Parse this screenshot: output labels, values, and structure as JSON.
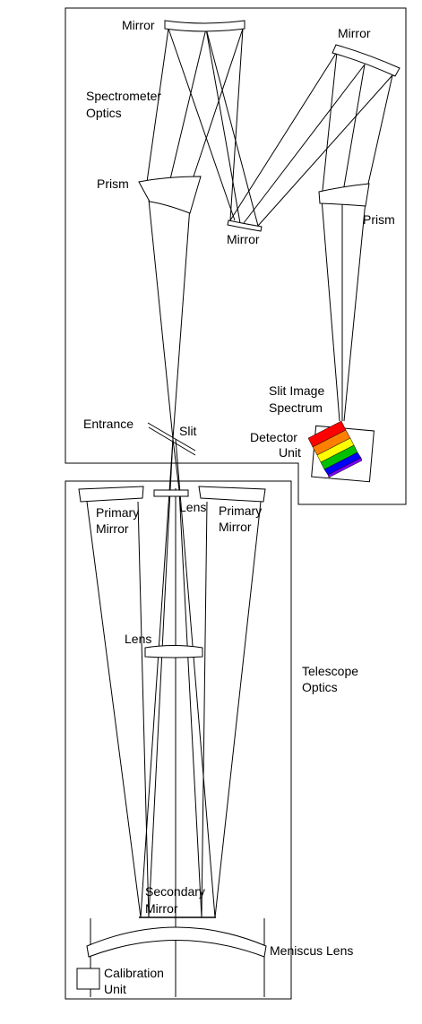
{
  "labels": {
    "spectrometer_title_1": "Spectrometer",
    "spectrometer_title_2": "Optics",
    "mirror_top_left": "Mirror",
    "mirror_top_right": "Mirror",
    "prism_left": "Prism",
    "mirror_center": "Mirror",
    "prism_right": "Prism",
    "slit_image_1": "Slit Image",
    "slit_image_2": "Spectrum",
    "entrance": "Entrance",
    "slit": "Slit",
    "detector_1": "Detector",
    "detector_2": "Unit",
    "primary_left_1": "Primary",
    "primary_left_2": "Mirror",
    "lens_top": "Lens",
    "primary_right_1": "Primary",
    "primary_right_2": "Mirror",
    "lens_mid": "Lens",
    "telescope_title_1": "Telescope",
    "telescope_title_2": "Optics",
    "secondary_1": "Secondary",
    "secondary_2": "Mirror",
    "meniscus": "Meniscus Lens",
    "calibration_1": "Calibration",
    "calibration_2": "Unit"
  },
  "spectrum_colors": [
    "#ff0000",
    "#ff8000",
    "#ffff00",
    "#00c000",
    "#0000ff",
    "#8000ff"
  ]
}
